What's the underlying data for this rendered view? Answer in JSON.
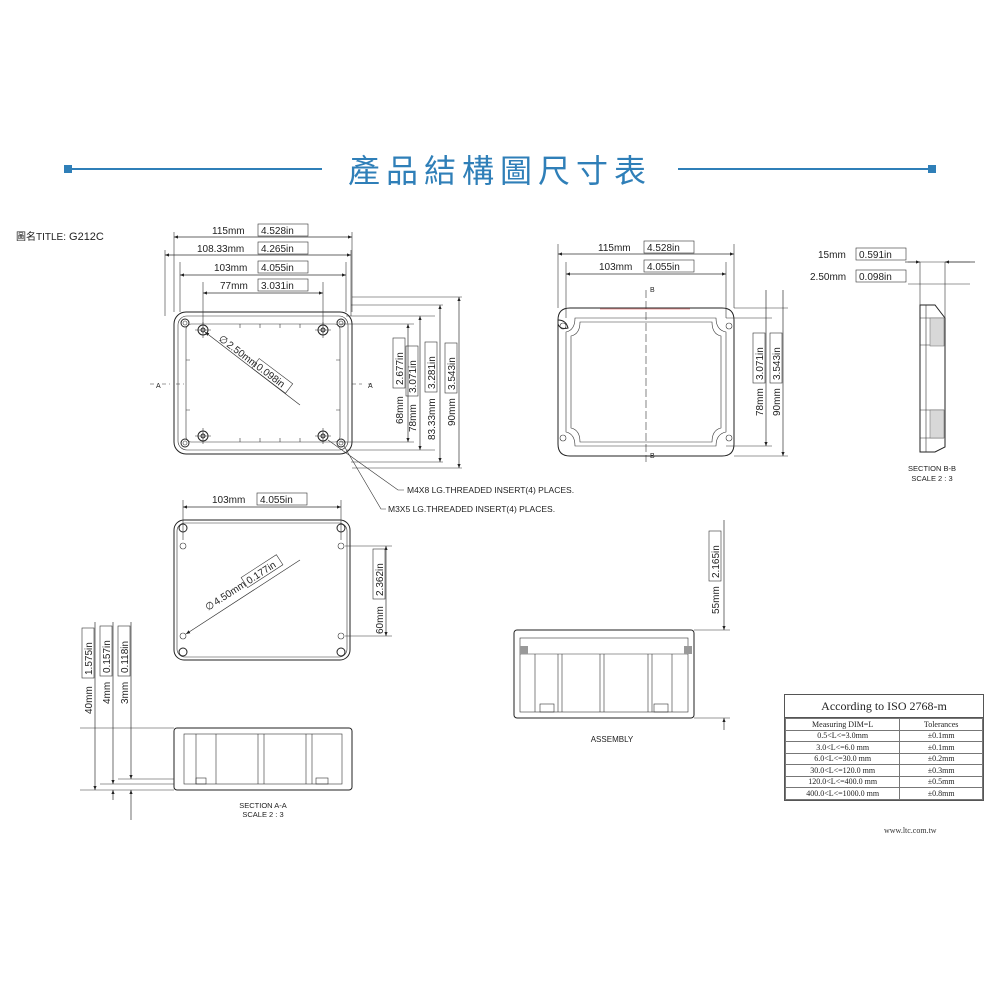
{
  "header": {
    "title": "產品結構圖尺寸表",
    "accent_color": "#2f7fb8"
  },
  "drawing": {
    "title_label": "圖名TITLE:",
    "code": "G212C"
  },
  "top_view": {
    "dim_115": "115mm",
    "dim_115_in": "4.528in",
    "dim_108": "108.33mm",
    "dim_108_in": "4.265in",
    "dim_103": "103mm",
    "dim_103_in": "4.055in",
    "dim_77": "77mm",
    "dim_77_in": "3.031in",
    "dia_250": "2.50mm",
    "dia_250_in": "0.098in",
    "dim_68": "68mm",
    "dim_68_in": "2.677in",
    "dim_78": "78mm",
    "dim_78_in": "3.071in",
    "dim_8333": "83.33mm",
    "dim_8333_in": "3.281in",
    "dim_90": "90mm",
    "dim_90_in": "3.543in",
    "section_mark": "A",
    "note_m4": "M4X8 LG.THREADED INSERT(4) PLACES.",
    "note_m3": "M3X5 LG.THREADED INSERT(4) PLACES."
  },
  "bottom_view": {
    "dim_103": "103mm",
    "dim_103_in": "4.055in",
    "dia_450": "4.50mm",
    "dia_450_in": "0.177in",
    "dim_60": "60mm",
    "dim_60_in": "2.362in"
  },
  "section_aa": {
    "dim_40": "40mm",
    "dim_40_in": "1.575in",
    "dim_4": "4mm",
    "dim_4_in": "0.157in",
    "dim_3": "3mm",
    "dim_3_in": "0.118in",
    "caption": "SECTION A-A",
    "scale": "SCALE 2 : 3"
  },
  "lid_view": {
    "dim_115": "115mm",
    "dim_115_in": "4.528in",
    "dim_103": "103mm",
    "dim_103_in": "4.055in",
    "dim_78": "78mm",
    "dim_78_in": "3.071in",
    "dim_90": "90mm",
    "dim_90_in": "3.543in",
    "section_mark": "B"
  },
  "section_bb": {
    "dim_15": "15mm",
    "dim_15_in": "0.591in",
    "dim_250": "2.50mm",
    "dim_250_in": "0.098in",
    "caption": "SECTION B-B",
    "scale": "SCALE 2 : 3"
  },
  "assembly": {
    "dim_55": "55mm",
    "dim_55_in": "2.165in",
    "caption": "ASSEMBLY"
  },
  "tolerance": {
    "title": "According to ISO 2768-m",
    "col1": "Measuring  DIM=L",
    "col2": "Tolerances",
    "rows": [
      {
        "range": "0.5<L<=3.0mm",
        "tol": "±0.1mm"
      },
      {
        "range": "3.0<L<=6.0 mm",
        "tol": "±0.1mm"
      },
      {
        "range": "6.0<L<=30.0 mm",
        "tol": "±0.2mm"
      },
      {
        "range": "30.0<L<=120.0 mm",
        "tol": "±0.3mm"
      },
      {
        "range": "120.0<L<=400.0 mm",
        "tol": "±0.5mm"
      },
      {
        "range": "400.0<L<=1000.0 mm",
        "tol": "±0.8mm"
      }
    ]
  },
  "footer": {
    "url": "www.ltc.com.tw"
  }
}
